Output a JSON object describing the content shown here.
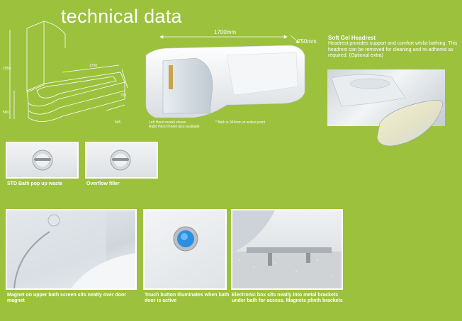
{
  "title": "technical data",
  "diagram": {
    "dims": {
      "height_total": "1550",
      "height_bath": "580",
      "length": "1700",
      "width": "750",
      "width_small": "645"
    }
  },
  "bath_render": {
    "length_label": "1700mm",
    "width_label": "750mm",
    "note_left_line1": "Left Hand model shown",
    "note_left_line2": "Right Hand model also available",
    "note_right": "* Bath is 945mm at widest point"
  },
  "headrest": {
    "heading": "Soft Gel Headrest",
    "text": "Headrest provides support and comfort whilst bathing. This headrest can be removed for cleaning and re-adhered as required. (Optional extra)"
  },
  "thumbs": [
    {
      "caption": "STD Bath pop up waste"
    },
    {
      "caption": "Overflow filler"
    }
  ],
  "features": [
    {
      "caption": "Magnet on upper bath screen sits neatly over door magnet"
    },
    {
      "caption": "Touch button illuminates when bath door is active"
    },
    {
      "caption": "Electronic box sits neatly into metal brackets under bath for access. Magnets plinth brackets"
    }
  ],
  "colors": {
    "background": "#9cc13d",
    "text": "#ffffff",
    "accent_blue": "#2b8fe0"
  }
}
